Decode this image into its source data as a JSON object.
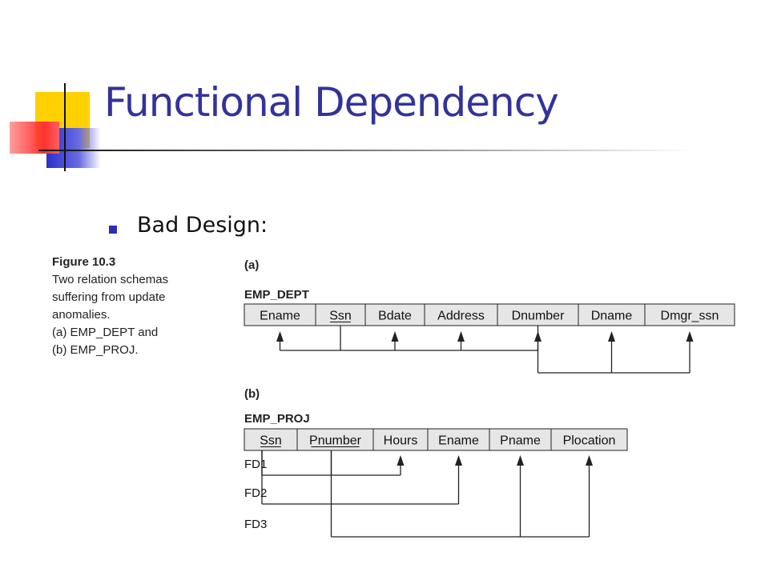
{
  "slide": {
    "title": "Functional Dependency",
    "bullet": "Bad Design:"
  },
  "caption": {
    "figure_number": "Figure 10.3",
    "lines": [
      "Two relation schemas",
      "suffering from update",
      "anomalies.",
      "(a) EMP_DEPT and",
      "(b) EMP_PROJ."
    ]
  },
  "figure": {
    "part_a": {
      "label": "(a)",
      "relation": "EMP_DEPT",
      "attributes": [
        "Ename",
        "Ssn",
        "Bdate",
        "Address",
        "Dnumber",
        "Dname",
        "Dmgr_ssn"
      ],
      "key_attributes": [
        "Ssn"
      ]
    },
    "part_b": {
      "label": "(b)",
      "relation": "EMP_PROJ",
      "attributes": [
        "Ssn",
        "Pnumber",
        "Hours",
        "Ename",
        "Pname",
        "Plocation"
      ],
      "key_attributes": [
        "Ssn",
        "Pnumber"
      ],
      "dependencies": [
        {
          "name": "FD1",
          "from": [
            "Ssn",
            "Pnumber"
          ],
          "to": [
            "Hours"
          ]
        },
        {
          "name": "FD2",
          "from": [
            "Ssn"
          ],
          "to": [
            "Ename"
          ]
        },
        {
          "name": "FD3",
          "from": [
            "Pnumber"
          ],
          "to": [
            "Pname",
            "Plocation"
          ]
        }
      ]
    },
    "colors": {
      "cell_fill": "#e6e6e6",
      "line": "#222222",
      "title": "#33339a",
      "bullet": "#2b2fb0"
    }
  }
}
